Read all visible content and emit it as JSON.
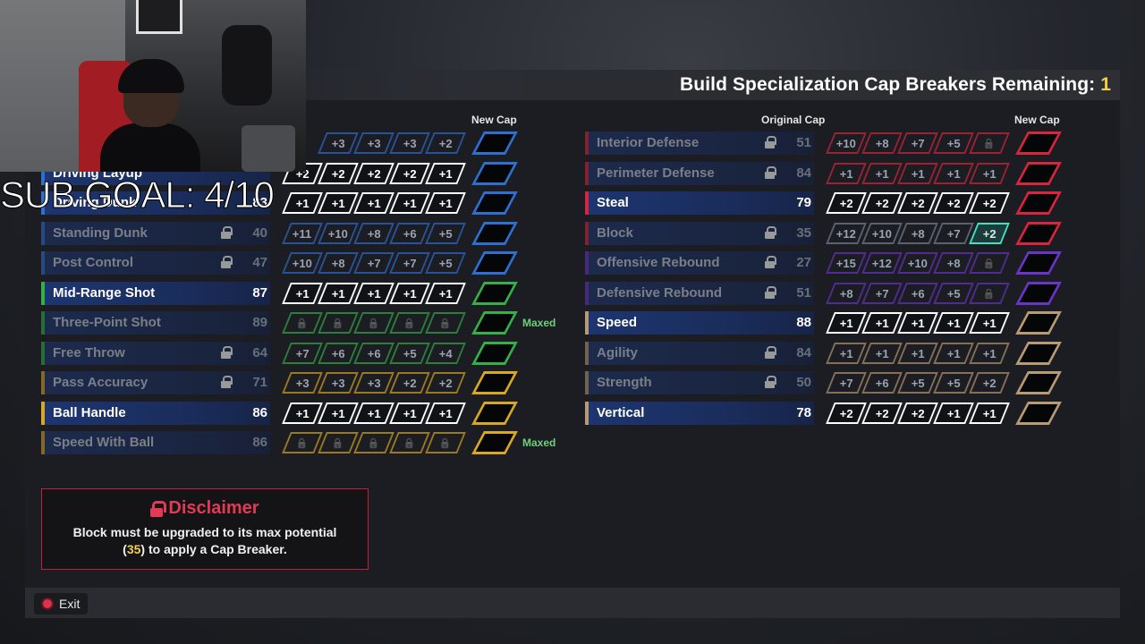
{
  "header": {
    "title": "Build Specialization Cap Breakers Remaining:",
    "remaining": "1"
  },
  "column_headers": {
    "left_new_cap": "New Cap",
    "right_original_cap": "Original Cap",
    "right_new_cap": "New Cap"
  },
  "left_column": [
    {
      "name": "",
      "rating": "",
      "locked": false,
      "boosts": [
        "+3",
        "+3",
        "+3",
        "+2"
      ],
      "active": false,
      "color": "#2f6fd0",
      "maxed": ""
    },
    {
      "name": "Driving Layup",
      "rating": "",
      "locked": false,
      "boosts": [
        "+2",
        "+2",
        "+2",
        "+2",
        "+1"
      ],
      "active": true,
      "color": "#2f6fd0",
      "maxed": ""
    },
    {
      "name": "Driving Dunk",
      "rating": "83",
      "locked": false,
      "boosts": [
        "+1",
        "+1",
        "+1",
        "+1",
        "+1"
      ],
      "active": true,
      "color": "#2f6fd0",
      "maxed": ""
    },
    {
      "name": "Standing Dunk",
      "rating": "40",
      "locked": true,
      "boosts": [
        "+11",
        "+10",
        "+8",
        "+6",
        "+5"
      ],
      "active": false,
      "color": "#2f6fd0",
      "maxed": ""
    },
    {
      "name": "Post Control",
      "rating": "47",
      "locked": true,
      "boosts": [
        "+10",
        "+8",
        "+7",
        "+7",
        "+5"
      ],
      "active": false,
      "color": "#2f6fd0",
      "maxed": ""
    },
    {
      "name": "Mid-Range Shot",
      "rating": "87",
      "locked": false,
      "boosts": [
        "+1",
        "+1",
        "+1",
        "+1",
        "+1"
      ],
      "active": true,
      "color": "#35b048",
      "maxed": ""
    },
    {
      "name": "Three-Point Shot",
      "rating": "89",
      "locked": false,
      "boosts": [
        "",
        "",
        "",
        "",
        ""
      ],
      "active": false,
      "color": "#35b048",
      "maxed": "Maxed"
    },
    {
      "name": "Free Throw",
      "rating": "64",
      "locked": true,
      "boosts": [
        "+7",
        "+6",
        "+6",
        "+5",
        "+4"
      ],
      "active": false,
      "color": "#35b048",
      "maxed": ""
    },
    {
      "name": "Pass Accuracy",
      "rating": "71",
      "locked": true,
      "boosts": [
        "+3",
        "+3",
        "+3",
        "+2",
        "+2"
      ],
      "active": false,
      "color": "#d8a824",
      "maxed": ""
    },
    {
      "name": "Ball Handle",
      "rating": "86",
      "locked": false,
      "boosts": [
        "+1",
        "+1",
        "+1",
        "+1",
        "+1"
      ],
      "active": true,
      "color": "#d8a824",
      "maxed": ""
    },
    {
      "name": "Speed With Ball",
      "rating": "86",
      "locked": false,
      "boosts": [
        "",
        "",
        "",
        "",
        ""
      ],
      "active": false,
      "color": "#d8a824",
      "maxed": "Maxed"
    }
  ],
  "right_column": [
    {
      "name": "Interior Defense",
      "rating": "51",
      "locked": true,
      "boosts": [
        "+10",
        "+8",
        "+7",
        "+5",
        ""
      ],
      "active": false,
      "color": "#d8253e"
    },
    {
      "name": "Perimeter Defense",
      "rating": "84",
      "locked": true,
      "boosts": [
        "+1",
        "+1",
        "+1",
        "+1",
        "+1"
      ],
      "active": false,
      "color": "#d8253e"
    },
    {
      "name": "Steal",
      "rating": "79",
      "locked": false,
      "boosts": [
        "+2",
        "+2",
        "+2",
        "+2",
        "+2"
      ],
      "active": true,
      "color": "#d8253e"
    },
    {
      "name": "Block",
      "rating": "35",
      "locked": true,
      "boosts": [
        "+12",
        "+10",
        "+8",
        "+7",
        "+2"
      ],
      "active": false,
      "color": "#d8253e",
      "selected": 4
    },
    {
      "name": "Offensive Rebound",
      "rating": "27",
      "locked": true,
      "boosts": [
        "+15",
        "+12",
        "+10",
        "+8",
        ""
      ],
      "active": false,
      "color": "#6a34c8"
    },
    {
      "name": "Defensive Rebound",
      "rating": "51",
      "locked": true,
      "boosts": [
        "+8",
        "+7",
        "+6",
        "+5",
        ""
      ],
      "active": false,
      "color": "#6a34c8"
    },
    {
      "name": "Speed",
      "rating": "88",
      "locked": false,
      "boosts": [
        "+1",
        "+1",
        "+1",
        "+1",
        "+1"
      ],
      "active": true,
      "color": "#b89a74"
    },
    {
      "name": "Agility",
      "rating": "84",
      "locked": true,
      "boosts": [
        "+1",
        "+1",
        "+1",
        "+1",
        "+1"
      ],
      "active": false,
      "color": "#b89a74"
    },
    {
      "name": "Strength",
      "rating": "50",
      "locked": true,
      "boosts": [
        "+7",
        "+6",
        "+5",
        "+5",
        "+2"
      ],
      "active": false,
      "color": "#b89a74"
    },
    {
      "name": "Vertical",
      "rating": "78",
      "locked": false,
      "boosts": [
        "+2",
        "+2",
        "+2",
        "+1",
        "+1"
      ],
      "active": true,
      "color": "#b89a74"
    }
  ],
  "disclaimer": {
    "title": "Disclaimer",
    "line1": "Block must be upgraded to its max potential",
    "paren_open": "(",
    "value": "35",
    "line2_rest": ") to apply a Cap Breaker."
  },
  "footer": {
    "exit_label": "Exit"
  },
  "overlay": {
    "sub_goal": "SUB GOAL: 4/10"
  }
}
